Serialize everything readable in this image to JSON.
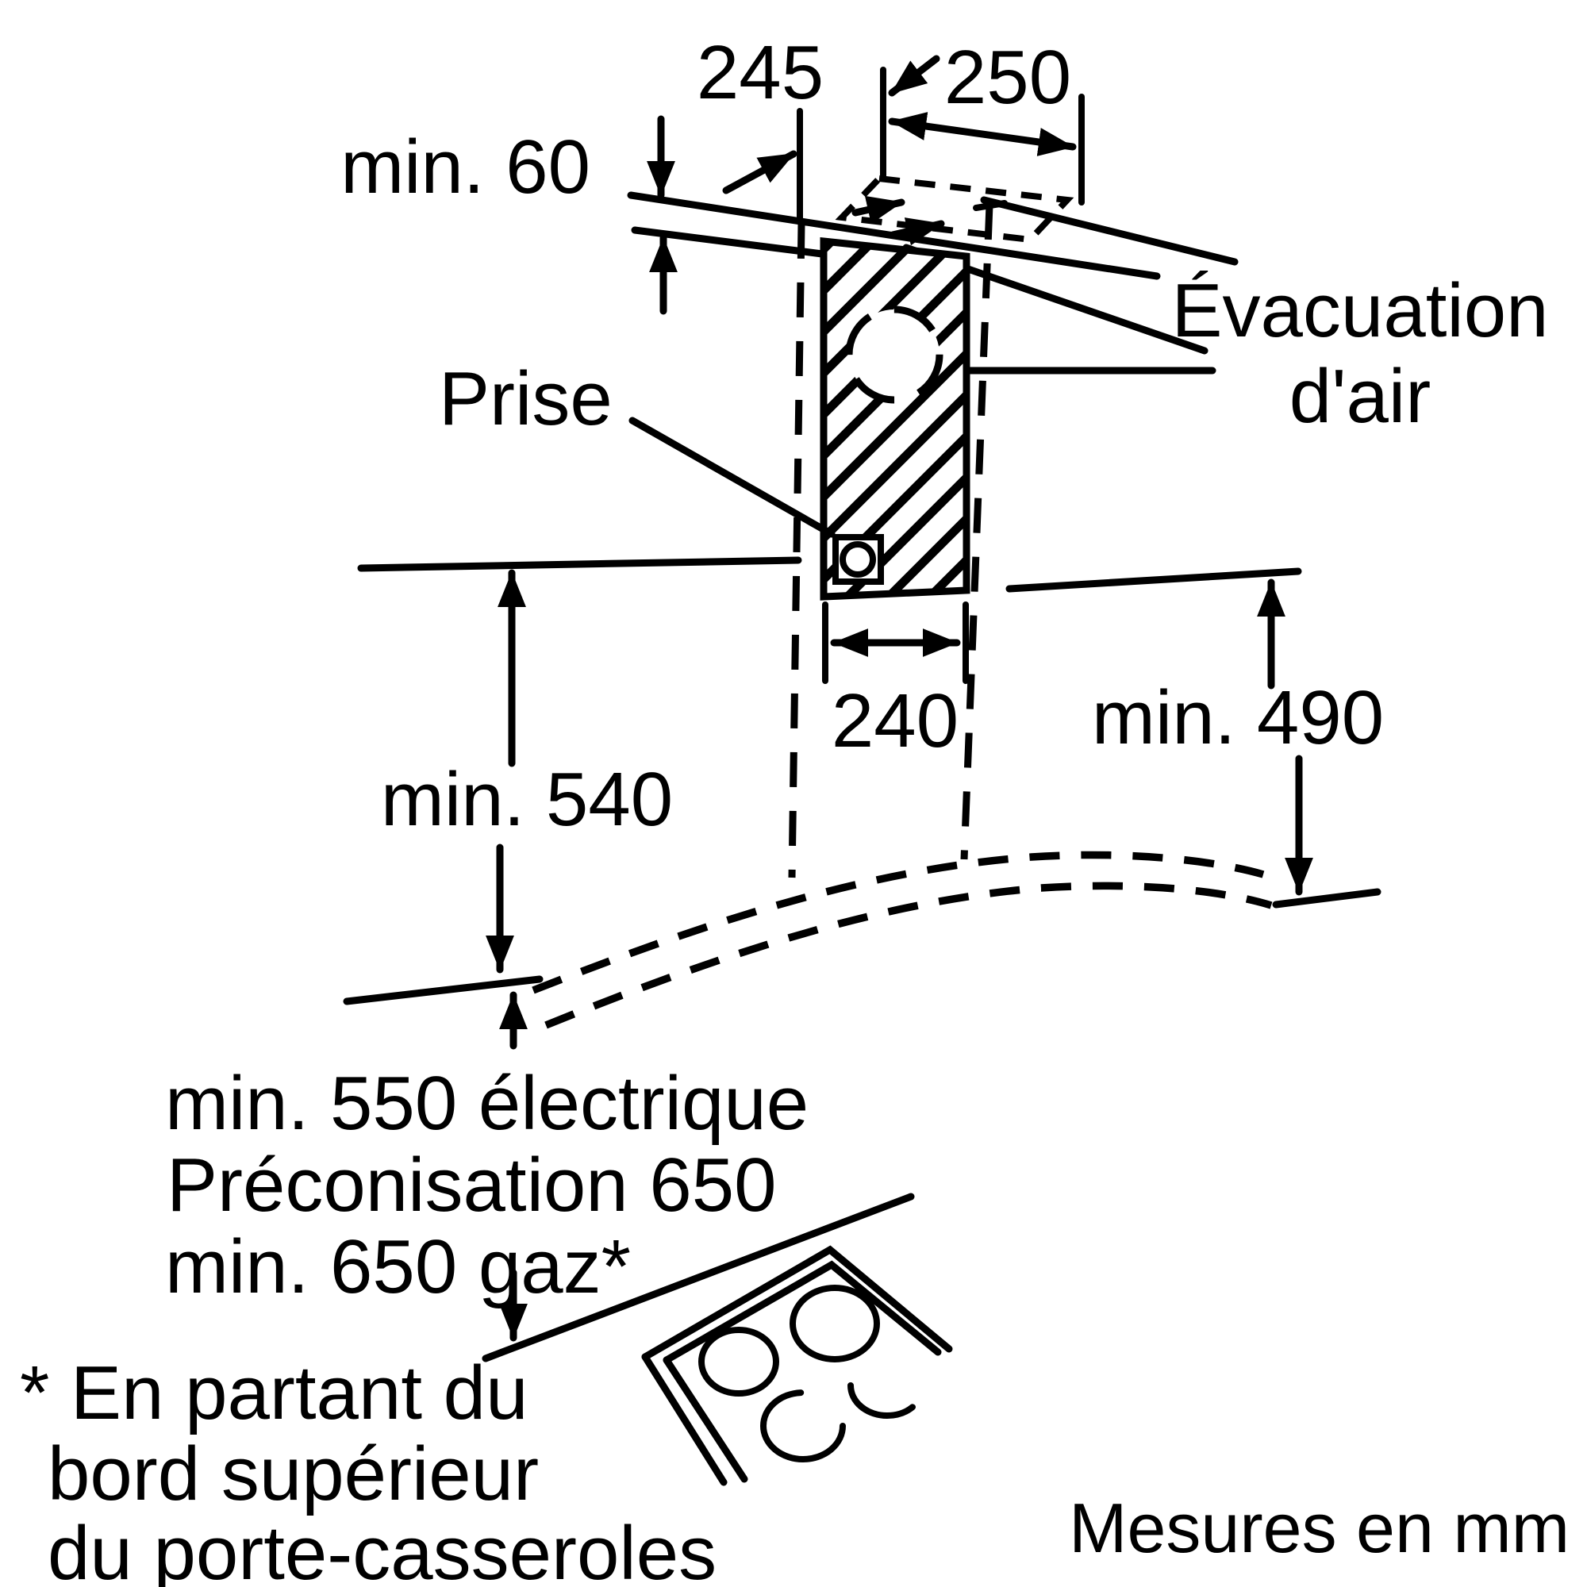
{
  "diagram": {
    "kind": "appliance-installation-drawing",
    "subject": "chimney-hood-mounting-clearances",
    "unit_note": "Mesures en mm",
    "ink_color": "#000000",
    "background_color": "#ffffff",
    "labels": {
      "dim_245": "245",
      "dim_250": "250",
      "dim_min_60": "min. 60",
      "evacuation_line1": "Évacuation",
      "evacuation_line2": "d'air",
      "prise": "Prise",
      "dim_240": "240",
      "dim_min_490": "min. 490",
      "dim_min_540": "min. 540",
      "clearance_line1": "min. 550 électrique",
      "clearance_line2": "Préconisation 650",
      "clearance_line3": "min. 650 gaz*",
      "footnote_line1": "* En partant du",
      "footnote_line2": "bord supérieur",
      "footnote_line3": "du porte-casseroles"
    },
    "dimensions_mm": [
      {
        "name": "top-plate-depth",
        "value": "245"
      },
      {
        "name": "ceiling-outlet-width",
        "value": "250"
      },
      {
        "name": "ceiling-clearance",
        "value": "min. 60"
      },
      {
        "name": "duct-shaft-width",
        "value": "240"
      },
      {
        "name": "wall-bracket-height",
        "value": "min. 490"
      },
      {
        "name": "chimney-height",
        "value": "min. 540"
      },
      {
        "name": "hob-clearance-electric",
        "value": "min. 550 électrique"
      },
      {
        "name": "hob-clearance-recommended",
        "value": "Préconisation 650"
      },
      {
        "name": "hob-clearance-gas",
        "value": "min. 650 gaz*"
      }
    ],
    "callouts": [
      {
        "name": "air-evacuation",
        "text": "Évacuation d'air"
      },
      {
        "name": "power-socket",
        "text": "Prise"
      }
    ]
  }
}
